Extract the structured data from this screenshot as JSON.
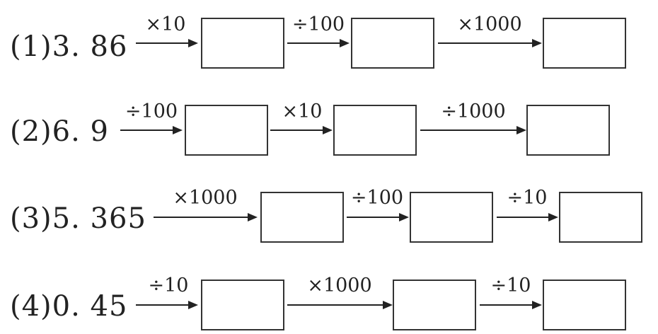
{
  "problems": [
    {
      "label": "(1)3. 86",
      "steps": [
        {
          "op": "×10"
        },
        {
          "op": "÷100"
        },
        {
          "op": "×1000"
        }
      ]
    },
    {
      "label": "(2)6. 9",
      "steps": [
        {
          "op": "÷100"
        },
        {
          "op": "×10"
        },
        {
          "op": "÷1000"
        }
      ]
    },
    {
      "label": "(3)5. 365",
      "steps": [
        {
          "op": "×1000"
        },
        {
          "op": "÷100"
        },
        {
          "op": "÷10"
        }
      ]
    },
    {
      "label": "(4)0. 45",
      "steps": [
        {
          "op": "÷10"
        },
        {
          "op": "×1000"
        },
        {
          "op": "÷10"
        }
      ]
    }
  ]
}
